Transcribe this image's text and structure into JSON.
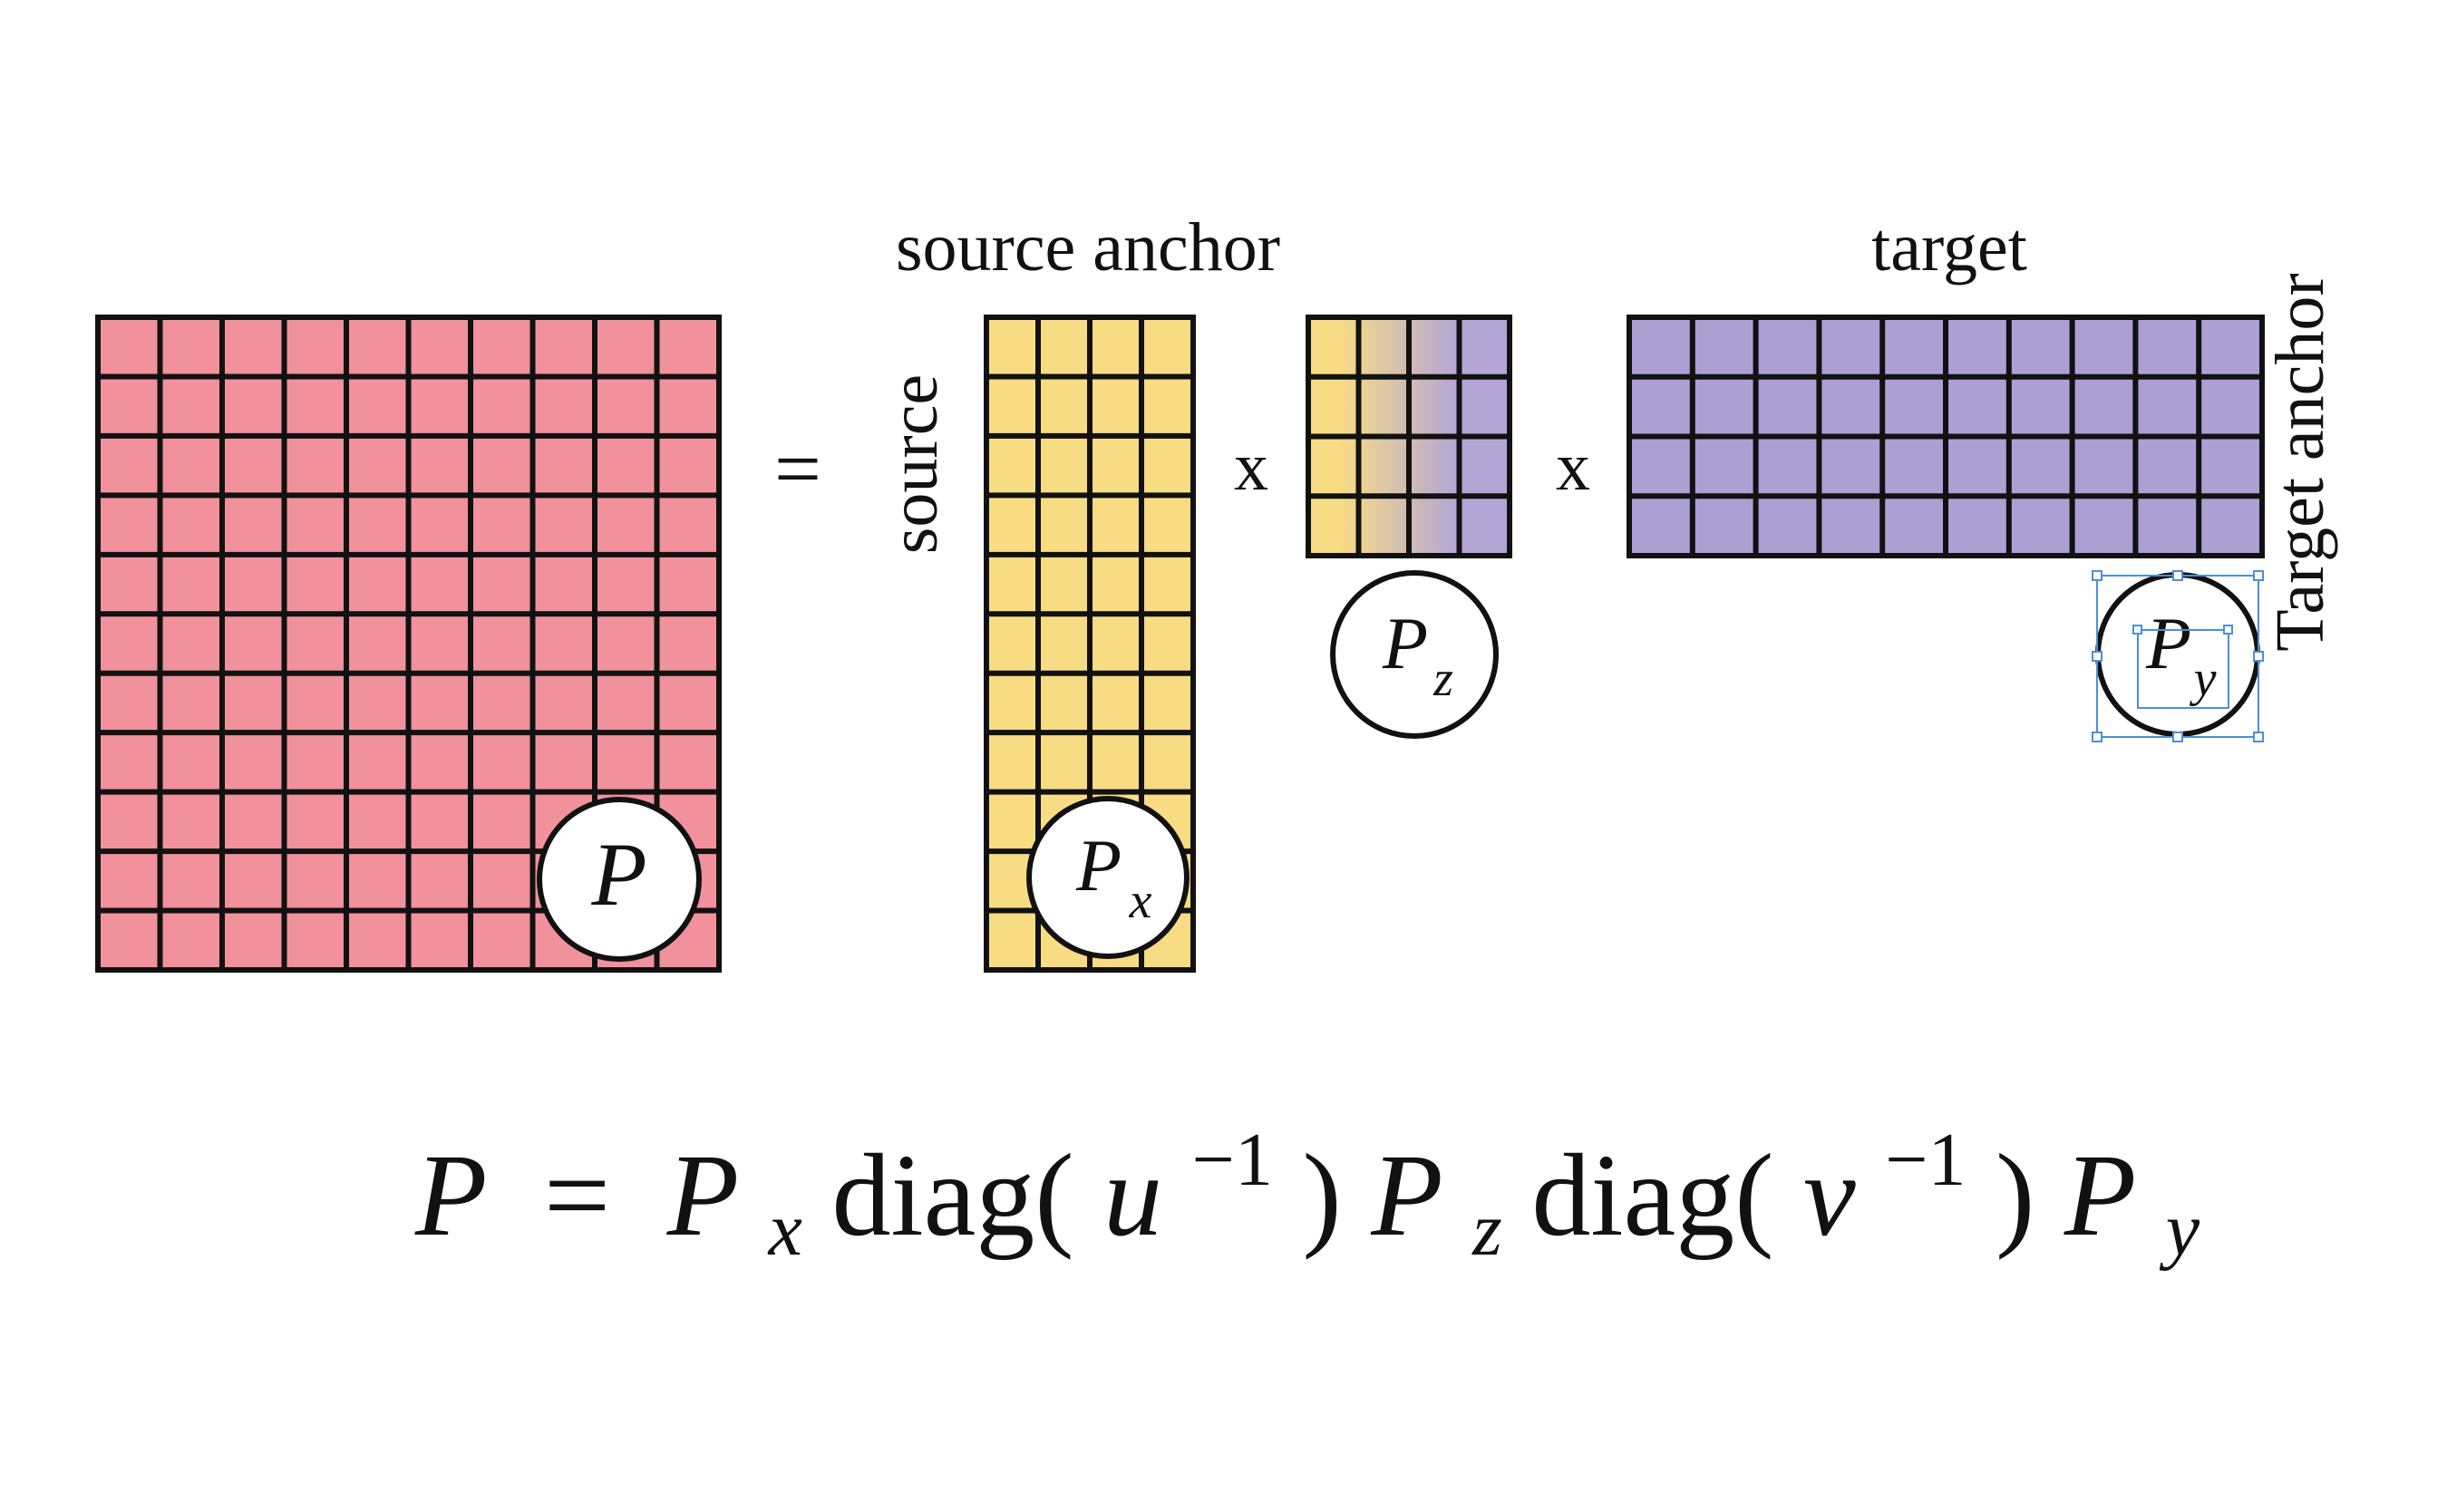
{
  "labels": {
    "equals": "=",
    "times_1": "x",
    "times_2": "x",
    "source_anchor": "source anchor",
    "source": "source",
    "target": "target",
    "target_anchor": "Target anchor"
  },
  "matrices": {
    "p": {
      "symbol": "P",
      "subscript": "",
      "rows": 11,
      "cols": 10,
      "color": "#f0919b"
    },
    "px": {
      "symbol": "P",
      "subscript": "x",
      "rows": 11,
      "cols": 4,
      "color": "#f8dc84"
    },
    "pz": {
      "symbol": "P",
      "subscript": "z",
      "rows": 4,
      "cols": 4,
      "color_left": "#f8dc84",
      "color_right": "#b3a6d6"
    },
    "py": {
      "symbol": "P",
      "subscript": "y",
      "rows": 4,
      "cols": 10,
      "color": "#ab9fd4"
    }
  },
  "formula": {
    "lhs": "P",
    "eq": "=",
    "t1": "P",
    "t1_sub": "x",
    "diag1": "diag(",
    "u": "u",
    "sup1": "−1",
    "close1": ")",
    "t2": "P",
    "t2_sub": "z",
    "diag2": "diag(",
    "v": "v",
    "sup2": "−1",
    "close2": ")",
    "t3": "P",
    "t3_sub": "y"
  }
}
